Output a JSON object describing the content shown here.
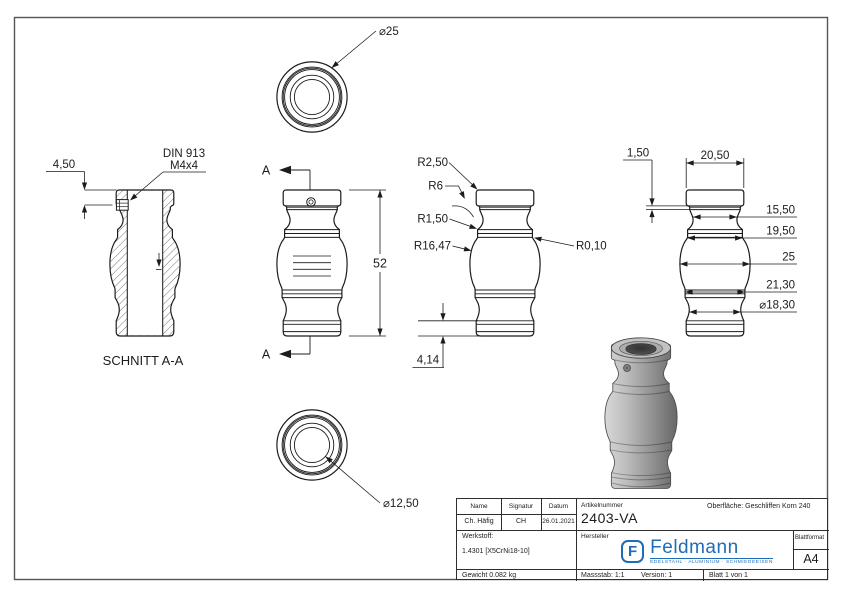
{
  "colors": {
    "brand_blue": "#1e6db6",
    "line": "#1c1c1e"
  },
  "views": {
    "top": {
      "diameter": "⌀25"
    },
    "bottom": {
      "diameter": "⌀12,50"
    },
    "section": {
      "label": "SCHNITT A-A",
      "offset": "4,50",
      "note1": "DIN 913",
      "note2": "M4x4"
    },
    "front": {
      "marker_top": "A",
      "marker_bottom": "A",
      "height": "52"
    },
    "profile": {
      "r_top": "R2,50",
      "r_neck": "R6",
      "r_collar": "R1,50",
      "r_belly": "R16,47",
      "r_fillet": "R0,10",
      "base_height": "4,14"
    },
    "widths": {
      "cap_edge": "1,50",
      "cap": "20,50",
      "neck": "15,50",
      "collar": "19,50",
      "belly": "25",
      "ring": "21,30",
      "lower_neck": "⌀18,30"
    }
  },
  "title_block": {
    "headers": {
      "name": "Name",
      "signatur": "Signatur",
      "datum": "Datum"
    },
    "values": {
      "name": "Ch. Häfig",
      "signatur": "CH",
      "datum": "26.01.2021"
    },
    "artikelnummer_label": "Artikelnummer",
    "artikelnummer": "2403-VA",
    "oberflaeche_label": "Oberfläche:",
    "oberflaeche_value": "Geschliffen Korn 240",
    "werkstoff_label": "Werkstoff:",
    "werkstoff_value": "1.4301 [X5CrNi18-10]",
    "hersteller_label": "Hersteller",
    "logo": {
      "initial": "F",
      "name": "Feldmann",
      "tagline": "EDELSTAHL · ALUMINIUM · SCHMIEDEEISEN"
    },
    "blattformat_label": "Blattformat",
    "blattformat_value": "A4",
    "gewicht": "Gewicht 0.082 kg",
    "massstab": "Massstab: 1:1",
    "version": "Version: 1",
    "blatt": "Blatt 1 von 1"
  }
}
